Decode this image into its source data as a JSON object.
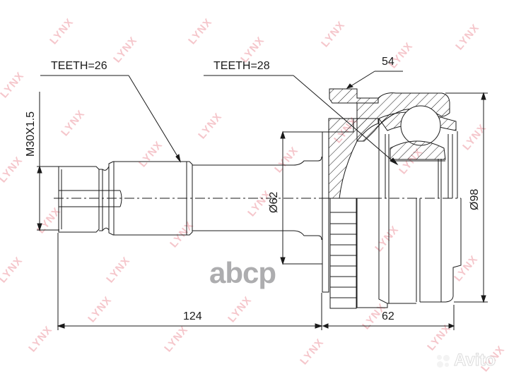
{
  "drawing": {
    "title": "CV joint outer technical drawing",
    "labels": {
      "teeth_shaft": "TEETH=26",
      "teeth_inner": "TEETH=28",
      "thread": "M30X1.5",
      "abs_ring_teeth": "54",
      "shaft_diameter": "Ø62",
      "housing_diameter": "Ø98",
      "shaft_length": "124",
      "housing_length": "62"
    },
    "colors": {
      "line": "#1a1a1a",
      "watermark_brand": "#f3b9bf",
      "watermark_abcp": "#a9a9ab"
    }
  },
  "watermarks": {
    "brand": "LYNX",
    "abcp": "abcp",
    "avito": "Avito"
  }
}
